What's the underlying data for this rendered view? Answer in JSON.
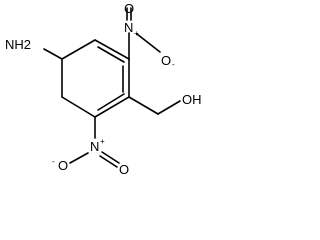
{
  "molecule": {
    "atoms": {
      "amine": "NH2",
      "nitro_top_n": "N",
      "nitro_top_o_double": "O",
      "nitro_top_o_single": "O",
      "nitro_bottom_n": "N",
      "nitro_bottom_o_double": "O",
      "nitro_bottom_o_single": "O",
      "hydroxyl": "OH"
    },
    "charges": {
      "nitro_top_n": "+",
      "nitro_top_o_single": "-",
      "nitro_bottom_n": "+",
      "nitro_bottom_o_single": "-"
    }
  }
}
